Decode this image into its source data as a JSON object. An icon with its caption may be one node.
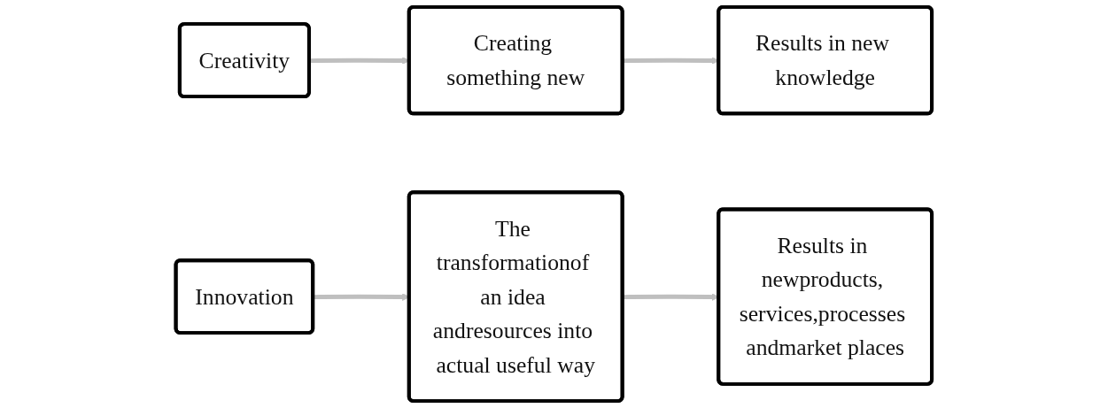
{
  "diagram": {
    "nodes": [
      {
        "text": [
          "Creativity"
        ]
      },
      {
        "text": [
          "Creating something new"
        ]
      },
      {
        "text": [
          "Results in new knowledge"
        ]
      },
      {
        "text": [
          "Innovation"
        ]
      },
      {
        "text": [
          "The transformationof an idea andresources into actual useful way"
        ]
      },
      {
        "text": [
          "Results in newproducts, services,processes andmarket places"
        ]
      }
    ],
    "edges": [
      {
        "from": 0,
        "to": 1,
        "arrow": "to"
      },
      {
        "from": 1,
        "to": 2,
        "arrow": "to"
      },
      {
        "from": 3,
        "to": 4,
        "arrow": "to"
      },
      {
        "from": 4,
        "to": 5,
        "arrow": "to"
      }
    ]
  }
}
